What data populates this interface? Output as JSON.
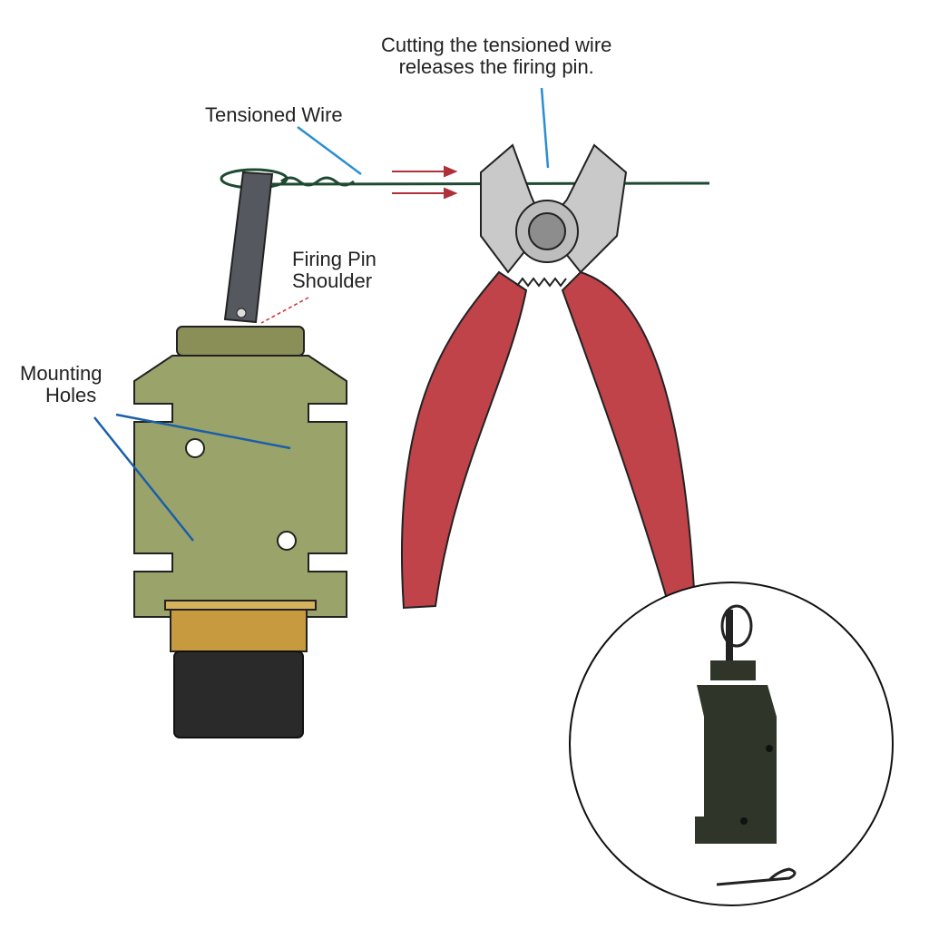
{
  "labels": {
    "cutting_line1": "Cutting the tensioned wire",
    "cutting_line2": "releases the firing pin.",
    "tensioned_wire": "Tensioned Wire",
    "shoulder_line1": "Firing Pin",
    "shoulder_line2": "Shoulder",
    "mounting_line1": "Mounting",
    "mounting_line2": "Holes"
  },
  "colors": {
    "body": "#9aa36a",
    "handle": "#c0434a",
    "wire": "#1f4a32",
    "leader": "#2a8fd0",
    "arrow": "#b0303a",
    "brass": "#c89a40"
  }
}
